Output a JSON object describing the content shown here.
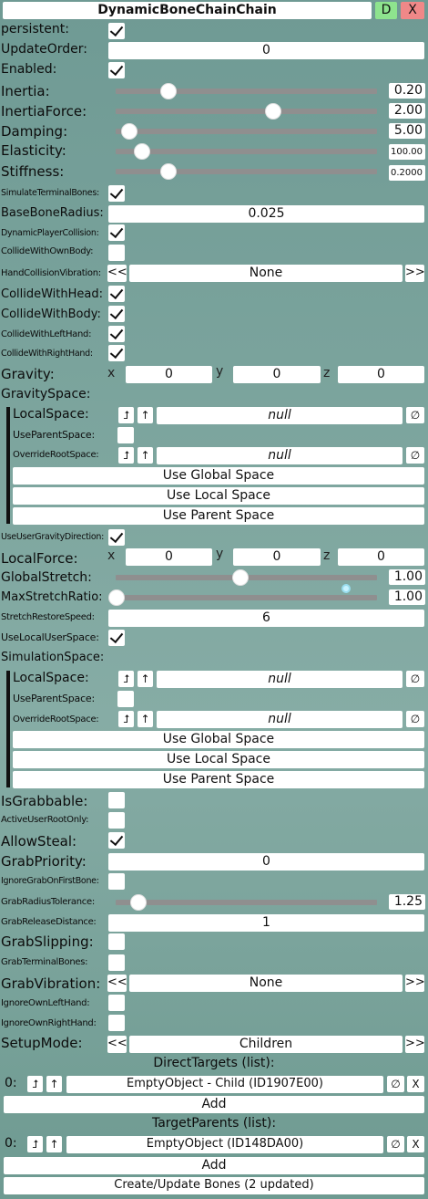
{
  "header": {
    "title": "DynamicBoneChainChain",
    "d_label": "D",
    "x_label": "X"
  },
  "rows": {
    "persistent": "persistent:",
    "update_order_label": "UpdateOrder:",
    "update_order_value": "0",
    "enabled": "Enabled:",
    "inertia_label": "Inertia:",
    "inertia_value": "0.20",
    "inertia_level": 0.2,
    "inertia_force_label": "InertiaForce:",
    "inertia_force_value": "2.00",
    "damping_label": "Damping:",
    "damping_value": "5.00",
    "elasticity_label": "Elasticity:",
    "elasticity_value": "100.00",
    "stiffness_label": "Stiffness:",
    "stiffness_value": "0.2000",
    "simulate_terminal": "SimulateTerminalBones:",
    "base_bone_radius_label": "BaseBoneRadius:",
    "base_bone_radius_value": "0.025",
    "dynamic_player_collision": "DynamicPlayerCollision:",
    "collide_with_own_body": "CollideWithOwnBody:",
    "hand_collision_vibration": "HandCollisionVibration:",
    "hand_vibration_value": "None",
    "collide_with_head": "CollideWithHead:",
    "collide_with_body": "CollideWithBody:",
    "collide_with_left_hand": "CollideWithLeftHand:",
    "collide_with_right_hand": "CollideWithRightHand:",
    "gravity_label": "Gravity:",
    "gravity_x": "0",
    "gravity_y": "0",
    "gravity_z": "0",
    "gravity_space": "GravitySpace:",
    "local_space_label": "LocalSpace:",
    "null_value": "null",
    "use_parent_space": "UseParentSpace:",
    "override_root_space": "OverrideRootSpace:",
    "use_global_space": "Use Global Space",
    "use_local_space": "Use Local Space",
    "use_parent_space_btn": "Use Parent Space",
    "use_user_gravity_direction": "UseUserGravityDirection:",
    "local_force_label": "LocalForce:",
    "local_force_x": "0",
    "local_force_y": "0",
    "local_force_z": "0",
    "global_stretch_label": "GlobalStretch:",
    "global_stretch_value": "1.00",
    "max_stretch_ratio_label": "MaxStretchRatio:",
    "max_stretch_ratio_value": "1.00",
    "stretch_restore_speed_label": "StretchRestoreSpeed:",
    "stretch_restore_speed_value": "6",
    "use_local_user_space": "UseLocalUserSpace:",
    "simulation_space": "SimulationSpace:",
    "is_grabbable": "IsGrabbable:",
    "active_user_root_only": "ActiveUserRootOnly:",
    "allow_steal": "AllowSteal:",
    "grab_priority_label": "GrabPriority:",
    "grab_priority_value": "0",
    "ignore_grab_on_first_bone": "IgnoreGrabOnFirstBone:",
    "grab_radius_tolerance_label": "GrabRadiusTolerance:",
    "grab_radius_tolerance_value": "1.25",
    "grab_release_distance_label": "GrabReleaseDistance:",
    "grab_release_distance_value": "1",
    "grab_slipping": "GrabSlipping:",
    "grab_terminal_bones": "GrabTerminalBones:",
    "grab_vibration_label": "GrabVibration:",
    "grab_vibration_value": "None",
    "ignore_own_left_hand": "IgnoreOwnLeftHand:",
    "ignore_own_right_hand": "IgnoreOwnRightHand:",
    "setup_mode_label": "SetupMode:",
    "setup_mode_value": "Children",
    "direct_targets_title": "DirectTargets (list):",
    "direct_target_index": "0:",
    "direct_target_value": "EmptyObject - Child (ID1907E00)",
    "add_label": "Add",
    "target_parents_title": "TargetParents (list):",
    "target_parent_index": "0:",
    "target_parent_value": "EmptyObject (ID148DA00)",
    "create_update_bones": "Create/Update Bones (2 updated)"
  },
  "glyphs": {
    "prev": "<<",
    "next": ">>",
    "null_sym": "∅",
    "remove": "X",
    "drive": "⮥",
    "up": "↑",
    "x": "x",
    "y": "y",
    "z": "z"
  },
  "icons": [
    "checkmark-icon",
    "drive-icon",
    "jump-up-icon",
    "null-icon",
    "remove-icon"
  ]
}
